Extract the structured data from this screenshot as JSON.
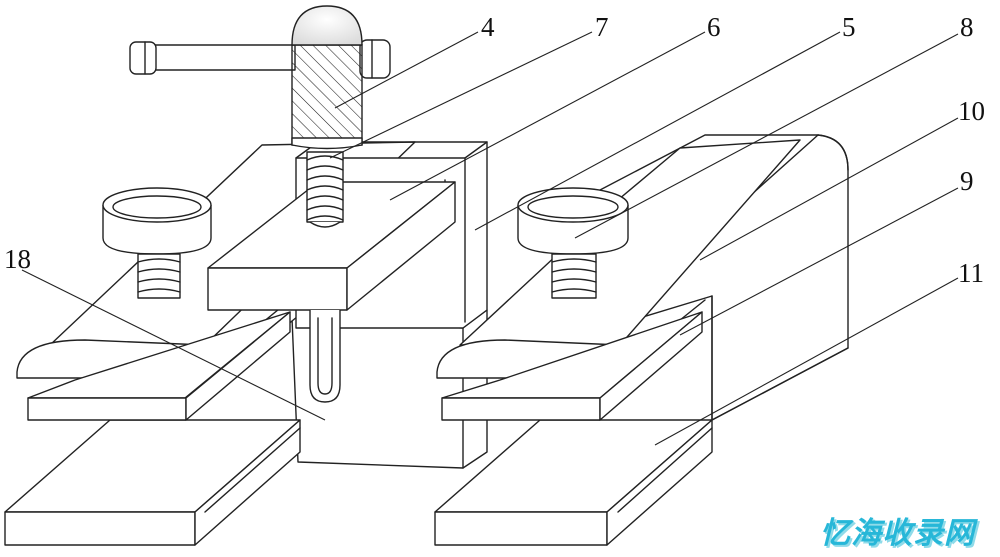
{
  "diagram": {
    "labels": [
      {
        "id": "label-4",
        "text": "4"
      },
      {
        "id": "label-7",
        "text": "7"
      },
      {
        "id": "label-6",
        "text": "6"
      },
      {
        "id": "label-5",
        "text": "5"
      },
      {
        "id": "label-8",
        "text": "8"
      },
      {
        "id": "label-10",
        "text": "10"
      },
      {
        "id": "label-9",
        "text": "9"
      },
      {
        "id": "label-11",
        "text": "11"
      },
      {
        "id": "label-18",
        "text": "18"
      }
    ]
  },
  "watermark": {
    "text": "忆海收录网",
    "color": "#27b7d8",
    "shadow_color": "#8fdbe9"
  },
  "colors": {
    "line": "#222222",
    "background": "#ffffff"
  }
}
